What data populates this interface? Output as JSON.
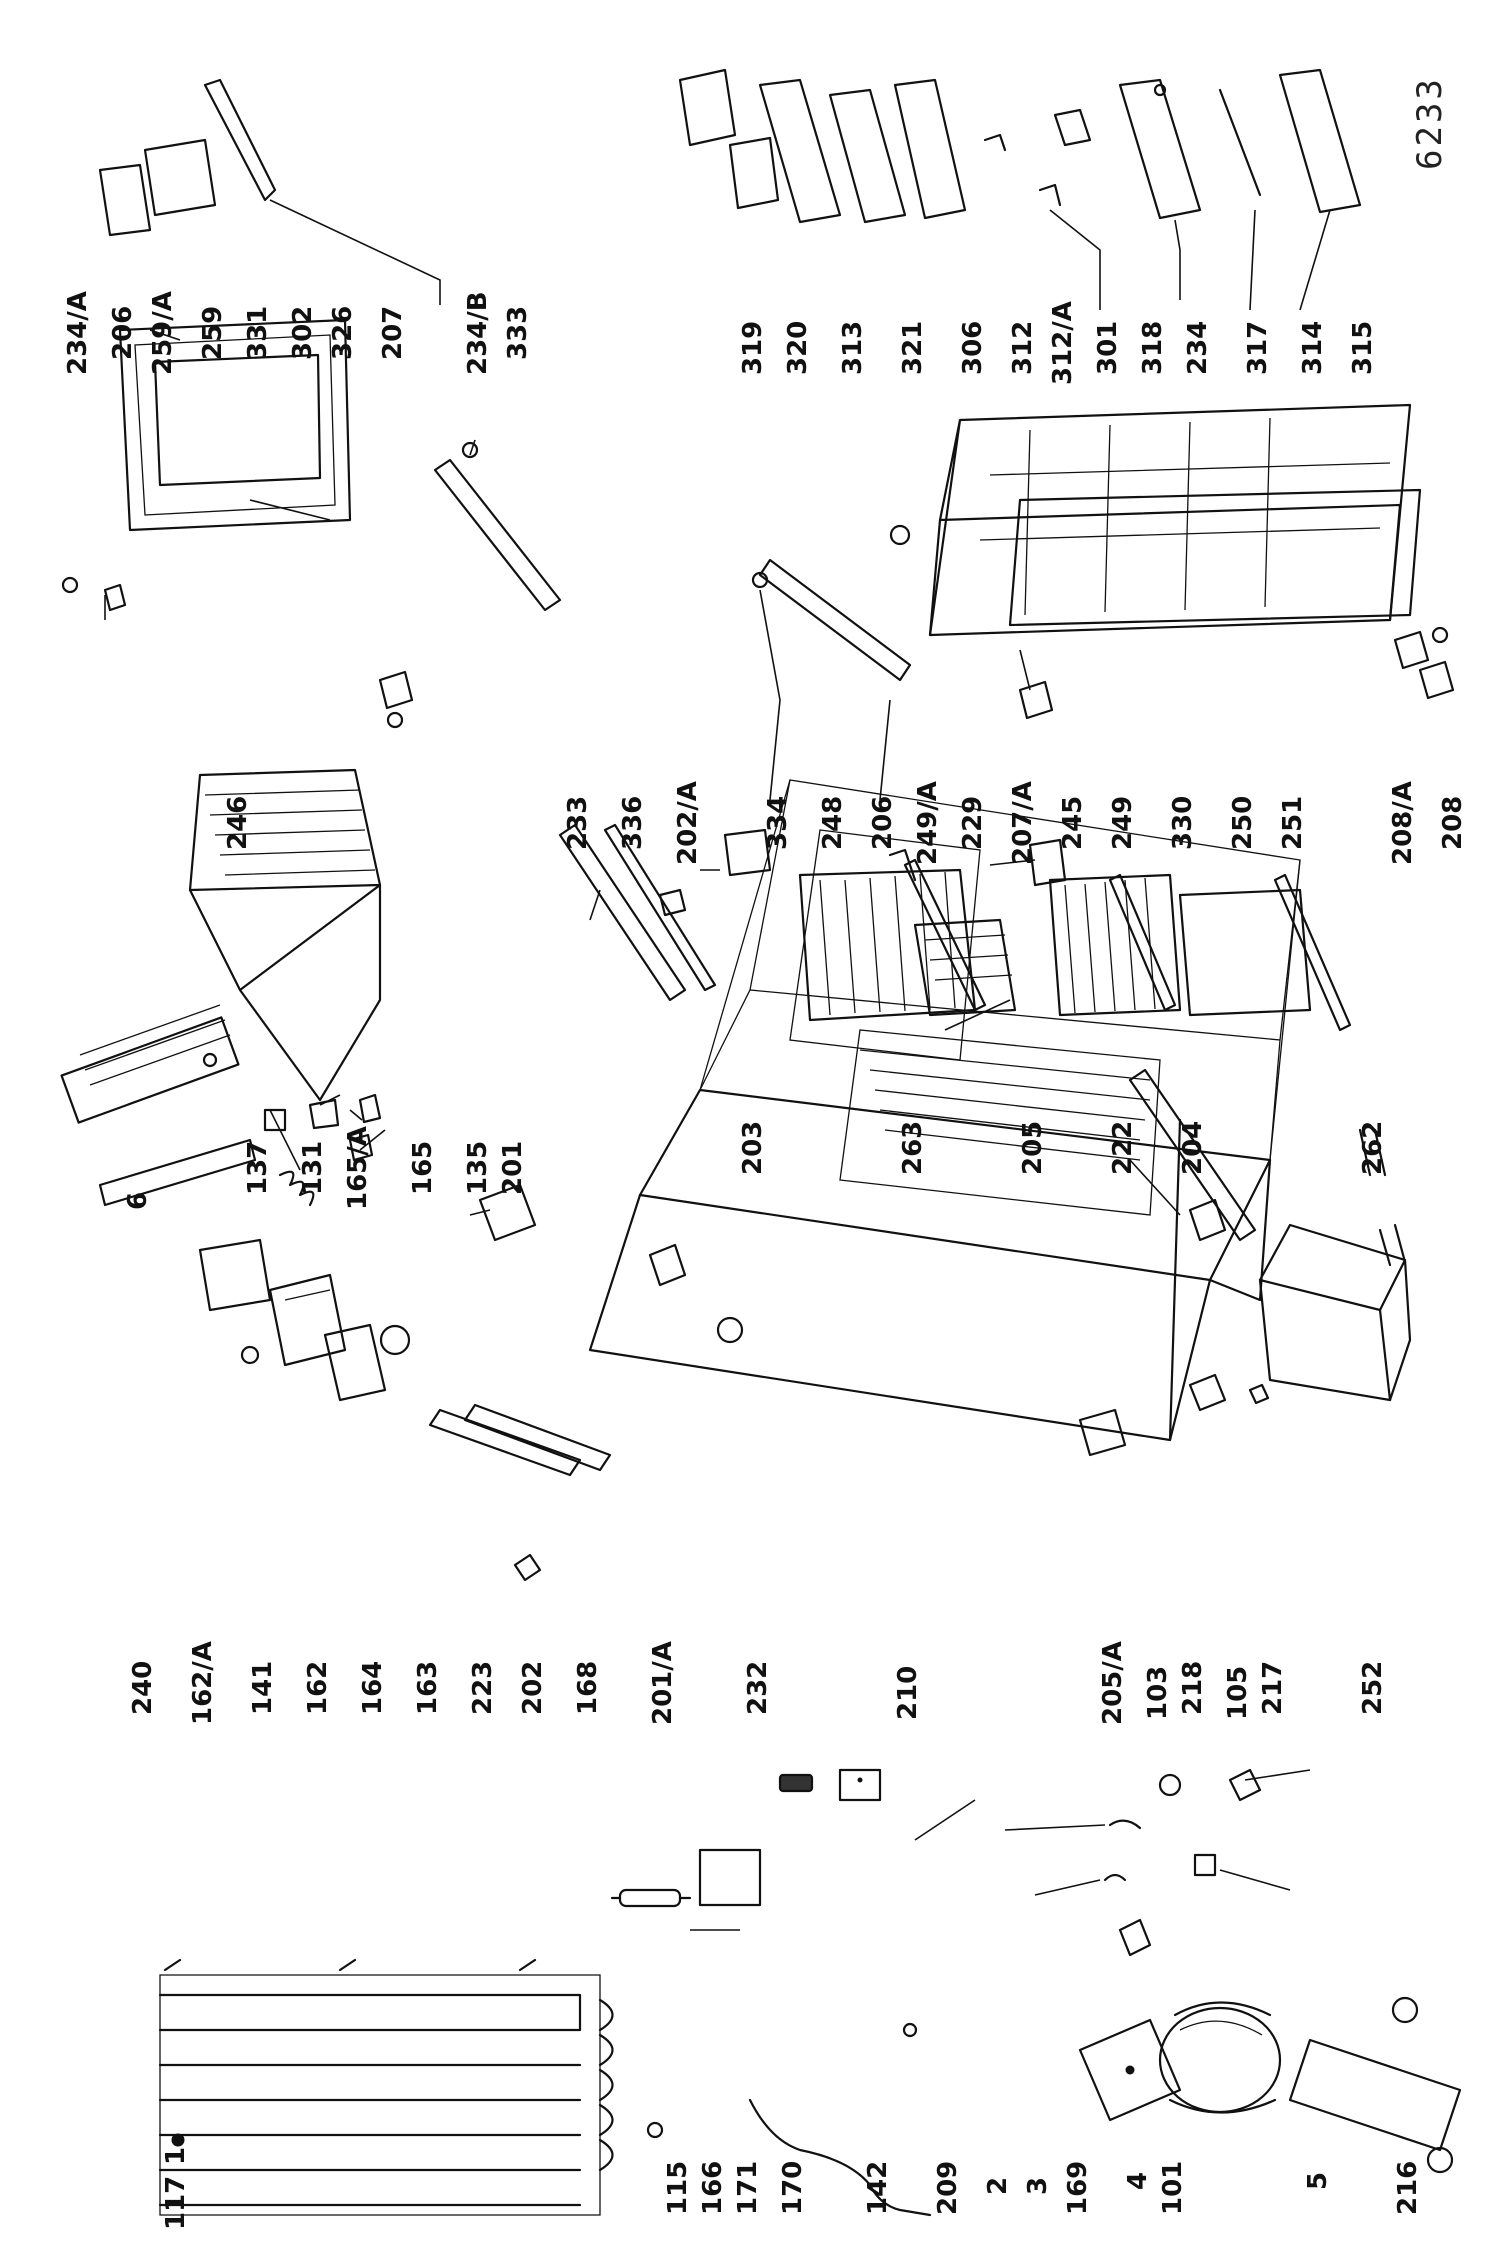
{
  "drawing_code": "6233",
  "labels": {
    "1": "1",
    "117": "117",
    "115": "115",
    "166": "166",
    "171": "171",
    "170": "170",
    "142": "142",
    "209": "209",
    "2": "2",
    "3": "3",
    "169": "169",
    "4": "4",
    "101": "101",
    "5": "5",
    "216": "216",
    "210": "210",
    "103": "103",
    "105": "105",
    "240": "240",
    "162A": "162/A",
    "141": "141",
    "162": "162",
    "164": "164",
    "163": "163",
    "223": "223",
    "202": "202",
    "168": "168",
    "201A": "201/A",
    "232": "232",
    "205A": "205/A",
    "218": "218",
    "217": "217",
    "252": "252",
    "6": "6",
    "137": "137",
    "131": "131",
    "165A": "165/A",
    "165": "165",
    "135": "135",
    "201": "201",
    "203": "203",
    "263": "263",
    "205": "205",
    "222": "222",
    "204": "204",
    "262": "262",
    "246": "246",
    "233": "233",
    "336": "336",
    "202A": "202/A",
    "334": "334",
    "248": "248",
    "206b": "206",
    "249A": "249/A",
    "229": "229",
    "207A": "207/A",
    "245": "245",
    "249": "249",
    "330": "330",
    "250": "250",
    "251": "251",
    "208A": "208/A",
    "208": "208",
    "234A": "234/A",
    "206": "206",
    "259A": "259/A",
    "259": "259",
    "331": "331",
    "302": "302",
    "326": "326",
    "207": "207",
    "234B": "234/B",
    "333": "333",
    "319": "319",
    "320": "320",
    "313": "313",
    "321": "321",
    "306": "306",
    "312": "312",
    "312A": "312/A",
    "301": "301",
    "318": "318",
    "234": "234",
    "317": "317",
    "314": "314",
    "315": "315"
  }
}
